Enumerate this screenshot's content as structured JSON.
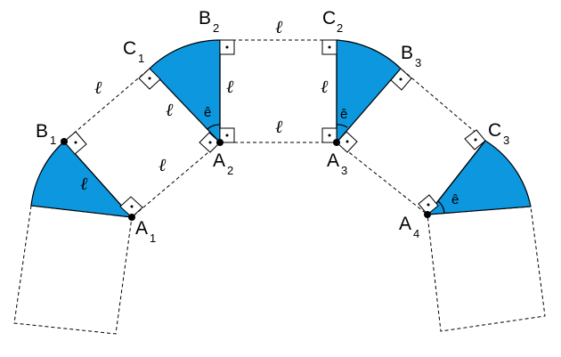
{
  "labels": {
    "A1": {
      "main": "A",
      "sub": "1"
    },
    "A2": {
      "main": "A",
      "sub": "2"
    },
    "A3": {
      "main": "A",
      "sub": "3"
    },
    "A4": {
      "main": "A",
      "sub": "4"
    },
    "B1": {
      "main": "B",
      "sub": "1"
    },
    "B2": {
      "main": "B",
      "sub": "2"
    },
    "B3": {
      "main": "B",
      "sub": "3"
    },
    "C1": {
      "main": "C",
      "sub": "1"
    },
    "C2": {
      "main": "C",
      "sub": "2"
    },
    "C3": {
      "main": "C",
      "sub": "3"
    }
  },
  "length_symbol": "ℓ",
  "angle_symbol": "ê",
  "colors": {
    "sector_fill": "#0c97df",
    "line": "#000000",
    "background": "#ffffff"
  }
}
